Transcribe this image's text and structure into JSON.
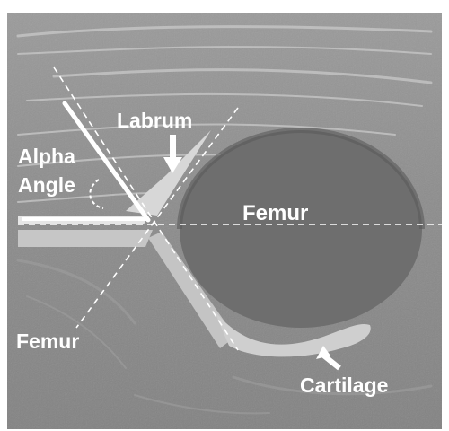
{
  "labels": {
    "labrum": "Labrum",
    "alpha_line1": "Alpha",
    "alpha_line2": "Angle",
    "femur_head": "Femur",
    "femur_lower": "Femur",
    "cartilage": "Cartilage"
  },
  "colors": {
    "background_gray": "#8a8a8a",
    "femoral_head": "#6e6e6e",
    "annotation_fill": "#cfcfcf",
    "annotation_line": "#ffffff",
    "text": "#ffffff"
  }
}
